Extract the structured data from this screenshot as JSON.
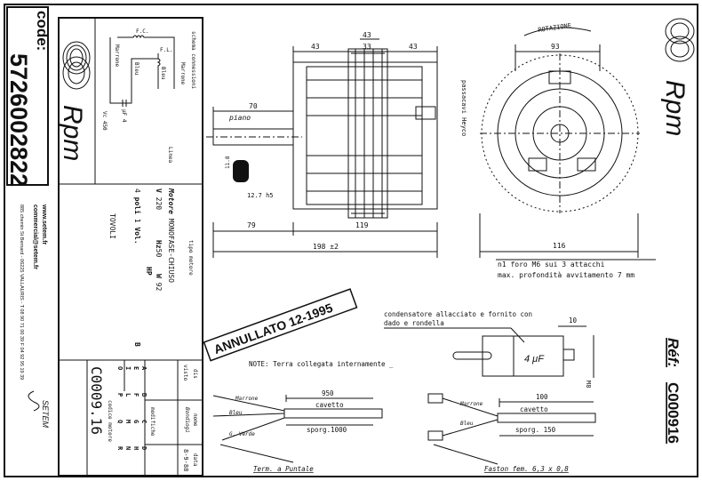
{
  "code_box": {
    "label": "code:",
    "value": "5726002822"
  },
  "contact": {
    "website": "www.setem.fr",
    "email": "commercial@setem.fr",
    "address": "885 chemin St Bernard - 06225 VALLAURIS - T 08 90 71 00 39  F 04 92 95 19 39",
    "company_logo": "SETEM"
  },
  "brand": {
    "logo_text": "Rpm"
  },
  "schema": {
    "title": "schema connessioni",
    "fc": "F.C.",
    "fl": "F.L.",
    "marrone1": "Marrone",
    "marrone2": "Marrone",
    "bleu1": "Bleu",
    "bleu2": "Bleu",
    "linea": "Linea",
    "capacitance": "μF 4",
    "voltage": "Vc 450"
  },
  "motor": {
    "tipo_label": "tipo motore",
    "motore_label": "Motore",
    "motore_value": "MONOFASE-CHIUSO",
    "v_label": "V",
    "v_value": "220",
    "hz_label": "Hz",
    "hz_value": "50",
    "w_label": "W",
    "w_value": "92",
    "hp_label": "HP",
    "poli_value": "4",
    "poli_label": "poli",
    "vol_value": "1",
    "vol_label": "Vol.",
    "b_label": "B",
    "tipo": "TOVOLI"
  },
  "title_block": {
    "nome": "nome",
    "data": "data",
    "dis": "dis",
    "visto": "visto",
    "dis_name": "Bondiogi",
    "date": "8-9-88",
    "modifiche": "modifiche",
    "mod_letters": [
      "A",
      "B",
      "C",
      "D",
      "E",
      "F",
      "G",
      "H",
      "I",
      "L",
      "M",
      "N",
      "O",
      "P",
      "Q",
      "R"
    ],
    "codice_label": "codice motore",
    "codice_value": "C0009.16"
  },
  "drawing": {
    "dims_top": [
      "43",
      "43",
      "33",
      "43"
    ],
    "dim_70": "70",
    "piano": "piano",
    "dim_118": "11.8",
    "dim_127": "12.7 h5",
    "dim_79": "79",
    "dim_119": "119",
    "dim_198": "198 ±2",
    "passacavi": "passacavi Heyco",
    "rotazione": "ROTAZIONE",
    "dim_93": "93",
    "dim_116": "116",
    "note_foro": "n1 foro  M6 sui 3 attacchi",
    "note_prof": "max. profondità avvitamento 7 mm",
    "stamp": "ANNULLATO  12-1995",
    "note_terra": "NOTE: Terra collegata internamente _",
    "cond_note1": "condensatore allacciato  e fornito con",
    "cond_note2": "dado  e  rondella",
    "cond_value": "4 μF",
    "dim_10": "10",
    "m8": "M8",
    "cable1": {
      "marrone": "Marrone",
      "bleu": "Bleu",
      "gv": "G. Verde",
      "len": "950",
      "cavetto": "cavetto",
      "sporg": "sporg.1000",
      "term": "Term. a Puntale"
    },
    "cable2": {
      "marrone": "Marrone",
      "bleu": "Bleu",
      "len": "100",
      "cavetto": "cavetto",
      "sporg": "sporg. 150",
      "term": "Faston fem. 6,3 x 0,8"
    }
  },
  "ref": {
    "label": "Réf:",
    "value": "C000916"
  }
}
